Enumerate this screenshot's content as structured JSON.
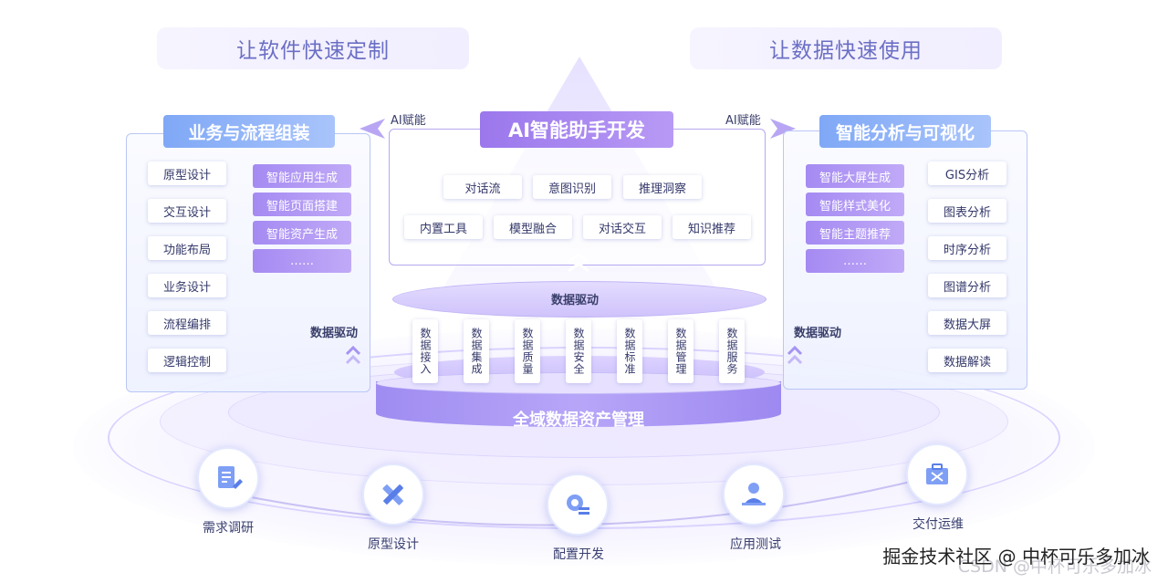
{
  "top_left_heading": "让软件快速定制",
  "top_right_heading": "让数据快速使用",
  "ai_empower_left": "AI赋能",
  "ai_empower_right": "AI赋能",
  "left_panel": {
    "title": "业务与流程组装",
    "items": [
      "原型设计",
      "交互设计",
      "功能布局",
      "业务设计",
      "流程编排",
      "逻辑控制"
    ],
    "ai_items": [
      "智能应用生成",
      "智能页面搭建",
      "智能资产生成",
      "……"
    ],
    "drive_label": "数据驱动"
  },
  "right_panel": {
    "title": "智能分析与可视化",
    "ai_items": [
      "智能大屏生成",
      "智能样式美化",
      "智能主题推荐",
      "……"
    ],
    "items": [
      "GIS分析",
      "图表分析",
      "时序分析",
      "图谱分析",
      "数据大屏",
      "数据解读"
    ],
    "drive_label": "数据驱动"
  },
  "center": {
    "title": "AI智能助手开发",
    "row1": [
      "对话流",
      "意图识别",
      "推理洞察"
    ],
    "row2": [
      "内置工具",
      "模型融合",
      "对话交互",
      "知识推荐"
    ],
    "drive_label": "数据驱动",
    "pillars": [
      "数据接入",
      "数据集成",
      "数据质量",
      "数据安全",
      "数据标准",
      "数据管理",
      "数据服务"
    ],
    "base_label": "全域数据资产管理"
  },
  "lifecycle": [
    {
      "label": "需求调研",
      "icon": "document-edit-icon"
    },
    {
      "label": "原型设计",
      "icon": "ruler-pencil-icon"
    },
    {
      "label": "配置开发",
      "icon": "gear-config-icon"
    },
    {
      "label": "应用测试",
      "icon": "tester-icon"
    },
    {
      "label": "交付运维",
      "icon": "toolbox-icon"
    }
  ],
  "watermark": "掘金技术社区 @ 中杯可乐多加冰",
  "watermark_shadow": "CSDN @中杯可乐多加冰",
  "colors": {
    "accent_blue": "#7fa8f6",
    "accent_purple": "#9b77ec",
    "text_dark": "#34386a"
  }
}
